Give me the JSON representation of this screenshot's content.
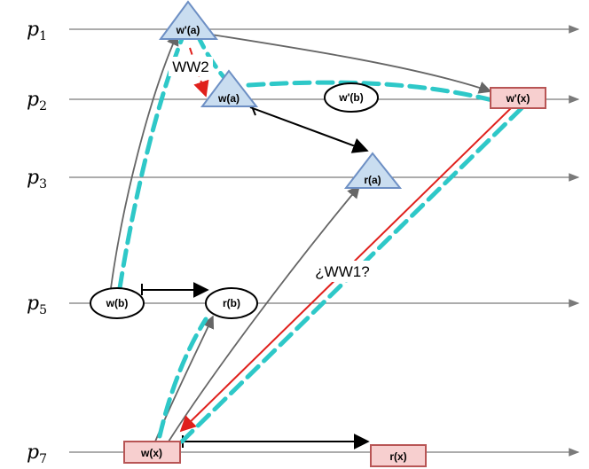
{
  "processes": [
    {
      "id": "p1",
      "label": "p",
      "sub": "1"
    },
    {
      "id": "p2",
      "label": "p",
      "sub": "2"
    },
    {
      "id": "p3",
      "label": "p",
      "sub": "3"
    },
    {
      "id": "p5",
      "label": "p",
      "sub": "5"
    },
    {
      "id": "p7",
      "label": "p",
      "sub": "7"
    }
  ],
  "events": {
    "w_prime_a": "w'(a)",
    "w_a": "w(a)",
    "w_prime_b": "w'(b)",
    "w_prime_x": "w'(x)",
    "r_a": "r(a)",
    "w_b": "w(b)",
    "r_b": "r(b)",
    "w_x": "w(x)",
    "r_x": "r(x)"
  },
  "annotations": {
    "ww2": "WW2",
    "ww1": "¿WW1?"
  },
  "colors": {
    "triangle_fill": "#c9ddf0",
    "triangle_stroke": "#6d8fc4",
    "box_fill": "#f7cfcf",
    "box_stroke": "#b85555",
    "timeline": "#7a7a7a",
    "message": "#666666",
    "causal": "#000000",
    "conflict": "#e0201c",
    "highlight": "#2ec8c8"
  }
}
